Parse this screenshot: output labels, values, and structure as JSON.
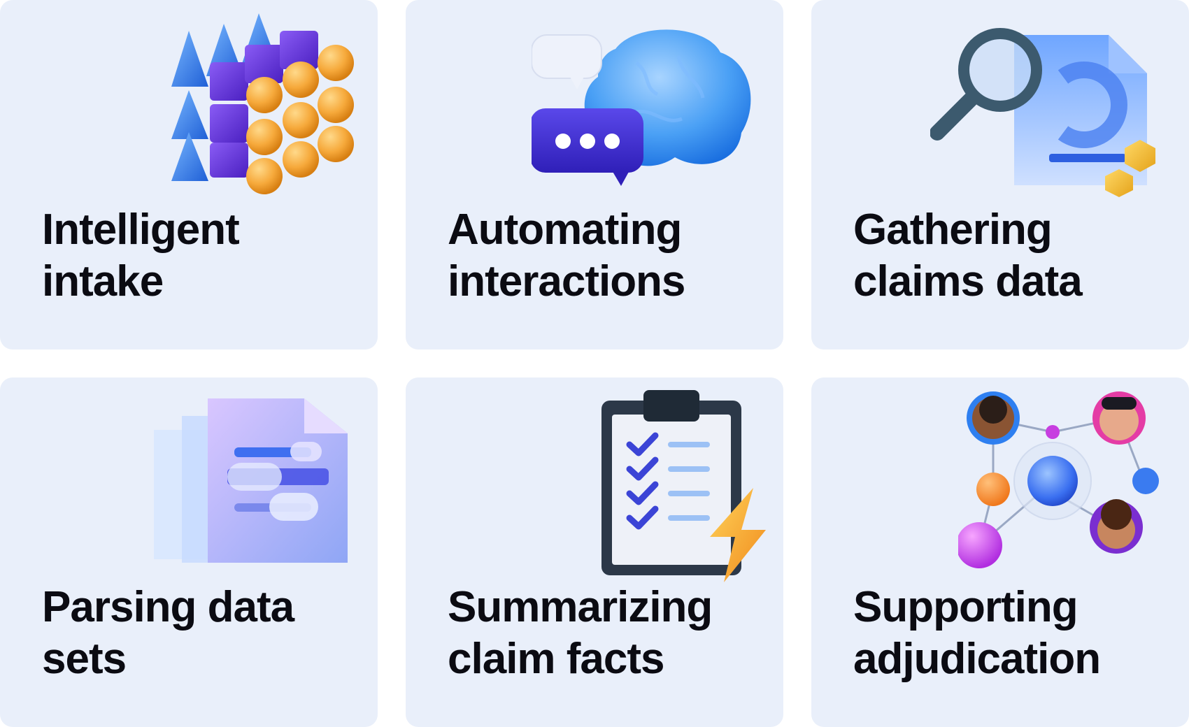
{
  "cards": [
    {
      "id": "intelligent-intake",
      "title_line1": "Intelligent",
      "title_line2": "intake",
      "icon": "cubes-cones-spheres-icon"
    },
    {
      "id": "automating-interactions",
      "title_line1": "Automating",
      "title_line2": "interactions",
      "icon": "brain-chat-icon"
    },
    {
      "id": "gathering-claims-data",
      "title_line1": "Gathering",
      "title_line2": "claims data",
      "icon": "magnifier-document-icon"
    },
    {
      "id": "parsing-data-sets",
      "title_line1": "Parsing data",
      "title_line2": "sets",
      "icon": "stacked-documents-icon"
    },
    {
      "id": "summarizing-claim-facts",
      "title_line1": "Summarizing",
      "title_line2": "claim facts",
      "icon": "clipboard-checklist-icon"
    },
    {
      "id": "supporting-adjudication",
      "title_line1": "Supporting",
      "title_line2": "adjudication",
      "icon": "people-network-icon"
    }
  ],
  "colors": {
    "card_bg": "#e9effa",
    "title": "#0b0b12",
    "purple": "#5b2fd6",
    "orange": "#f6a93b",
    "blue": "#3f86f0",
    "indigo": "#3b2fc9"
  }
}
